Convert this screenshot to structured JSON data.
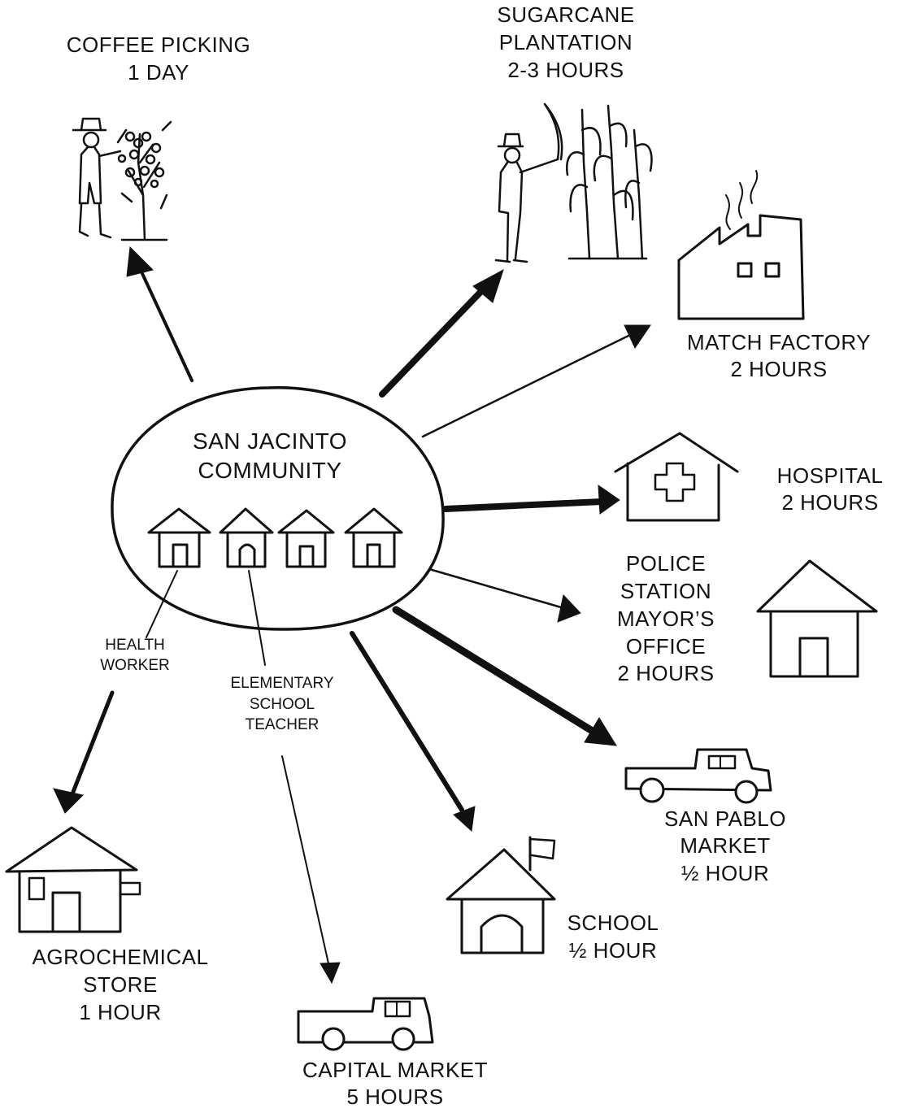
{
  "hub": {
    "label_lines": [
      "SAN JACINTO",
      "COMMUNITY"
    ]
  },
  "community_roles": {
    "health_worker": [
      "HEALTH",
      "WORKER"
    ],
    "teacher": [
      "ELEMENTARY",
      "SCHOOL",
      "TEACHER"
    ]
  },
  "destinations": {
    "coffee": [
      "COFFEE PICKING",
      "1 DAY"
    ],
    "sugarcane": [
      "SUGARCANE",
      "PLANTATION",
      "2-3 HOURS"
    ],
    "match_factory": [
      "MATCH FACTORY",
      "2 HOURS"
    ],
    "hospital": [
      "HOSPITAL",
      "2 HOURS"
    ],
    "police": [
      "POLICE",
      "STATION",
      "MAYOR’S",
      "OFFICE",
      "2 HOURS"
    ],
    "san_pablo": [
      "SAN PABLO",
      "MARKET",
      "½ HOUR"
    ],
    "school": [
      "SCHOOL",
      "½ HOUR"
    ],
    "capital": [
      "CAPITAL MARKET",
      "5 HOURS"
    ],
    "agrochemical": [
      "AGROCHEMICAL",
      "STORE",
      "1 HOUR"
    ]
  },
  "style": {
    "ink": "#111111",
    "background": "#ffffff"
  }
}
